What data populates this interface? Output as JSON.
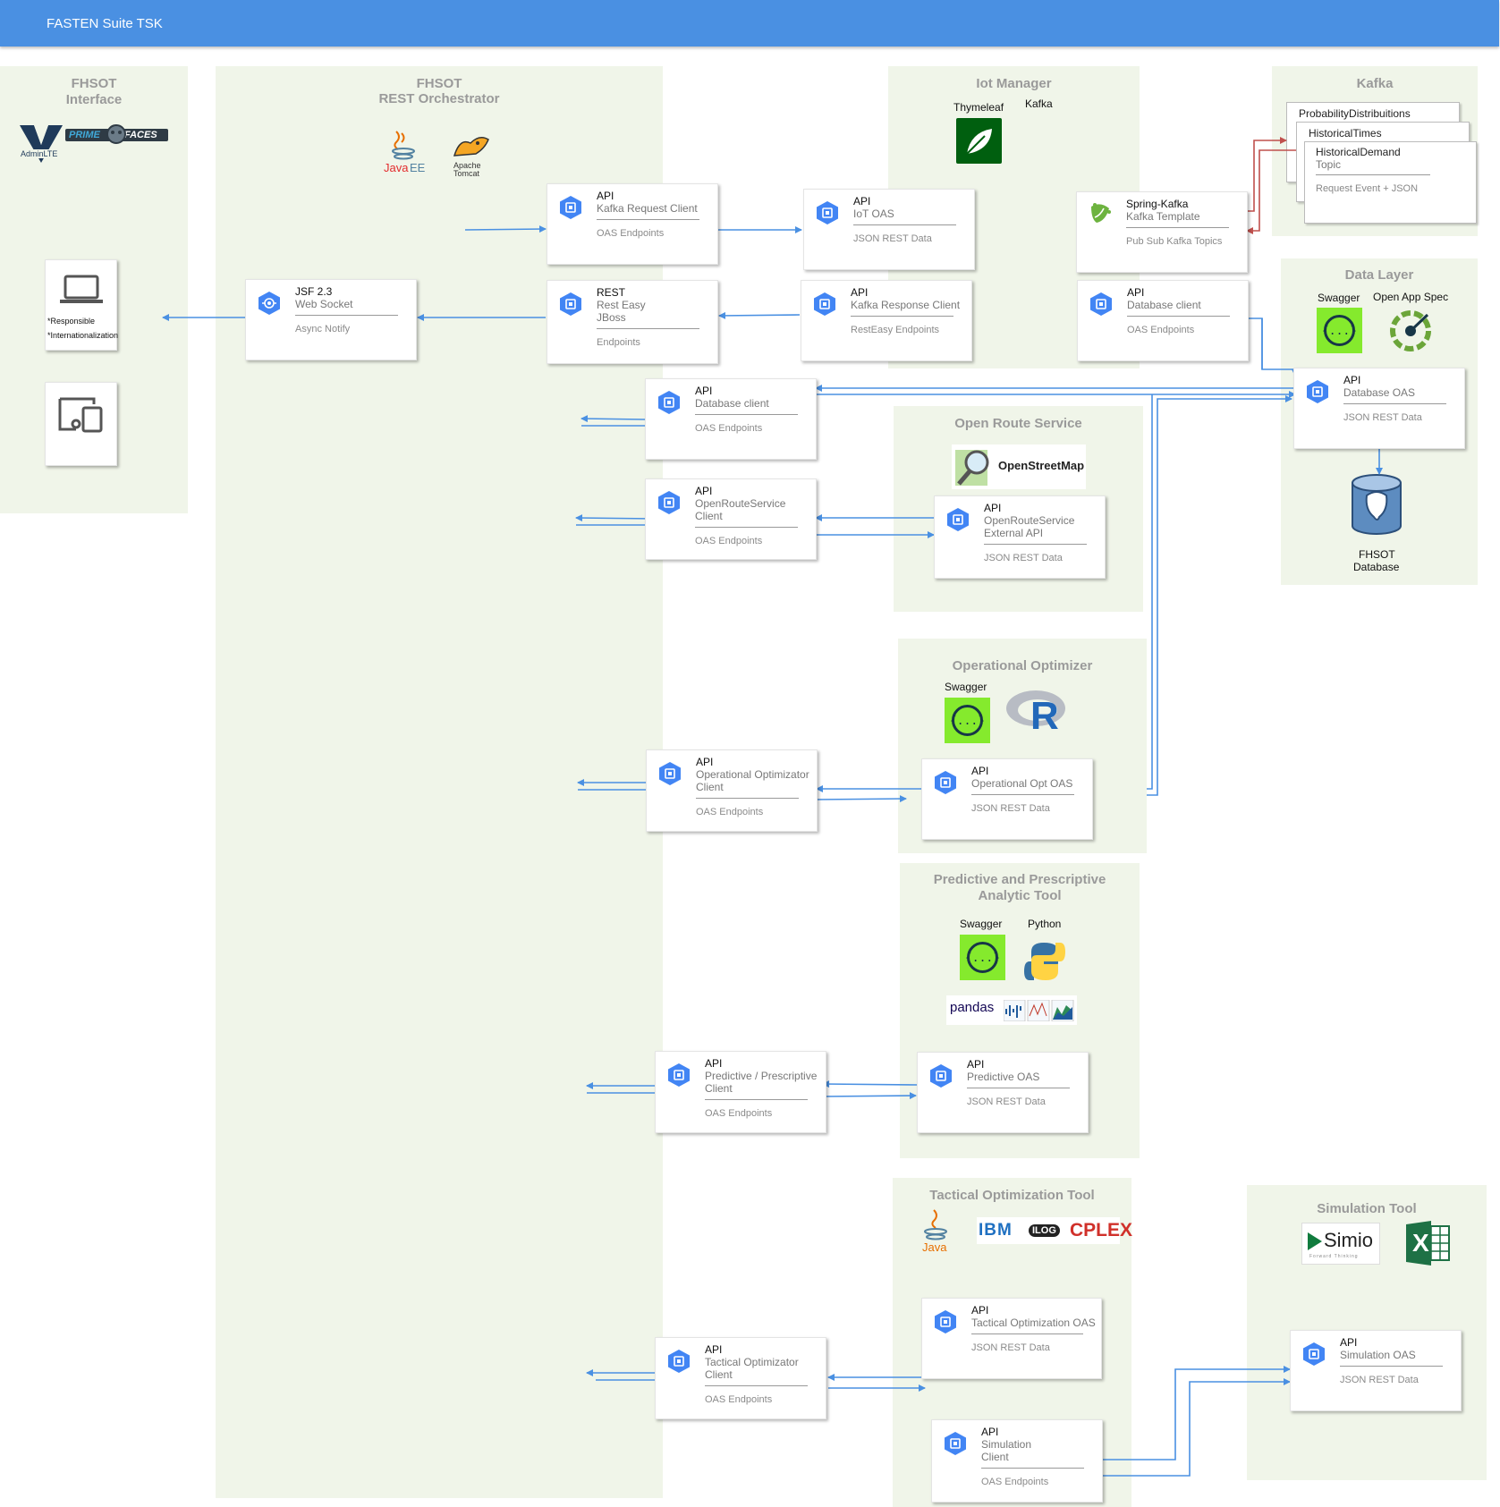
{
  "header": {
    "title": "FASTEN Suite TSK"
  },
  "panels": {
    "interface": {
      "title1": "FHSOT",
      "title2": "Interface",
      "adminlte": "AdminLTE",
      "primefaces_a": "PRIME",
      "primefaces_b": "FACES",
      "device_notes": [
        "Responsible",
        "Internationalization"
      ]
    },
    "orchestrator": {
      "title1": "FHSOT",
      "title2": "REST Orchestrator",
      "javaee_a": "Java",
      "javaee_b": "EE",
      "tomcat_a": "Apache",
      "tomcat_b": "Tomcat"
    },
    "iot": {
      "title": "Iot Manager",
      "thymeleaf": "Thymeleaf",
      "kafka": "Kafka"
    },
    "kafka": {
      "title": "Kafka",
      "topics": [
        "ProbabilityDistribuitions",
        "HistoricalTimes"
      ],
      "main_topic": {
        "l1": "HistoricalDemand",
        "l2": "Topic",
        "l3": "Request Event + JSON"
      }
    },
    "data_layer": {
      "title": "Data Layer",
      "swagger": "Swagger",
      "openapp": "Open App Spec",
      "db1": "FHSOT",
      "db2": "Database"
    },
    "ors": {
      "title": "Open Route Service",
      "osm": "OpenStreetMap"
    },
    "opopt": {
      "title": "Operational Optimizer",
      "swagger": "Swagger",
      "r": "R"
    },
    "predictive": {
      "title1": "Predictive and Prescriptive",
      "title2": "Analytic Tool",
      "swagger": "Swagger",
      "python": "Python",
      "pandas": "pandas"
    },
    "tactical": {
      "title": "Tactical Optimization Tool",
      "java": "Java",
      "ibm": "IBM",
      "ilog": "ILOG",
      "cplex": "CPLEX"
    },
    "simulation": {
      "title": "Simulation Tool",
      "simio": "Simio",
      "simio_tag": "Forward Thinking",
      "excel": "X"
    }
  },
  "cards": [
    {
      "id": "kafka-request-client",
      "l1": "API",
      "l2": [
        "Kafka Request Client"
      ],
      "l3": "OAS Endpoints"
    },
    {
      "id": "iot-oas",
      "l1": "API",
      "l2": [
        "IoT OAS"
      ],
      "l3": "JSON REST Data"
    },
    {
      "id": "spring-kafka",
      "l1": "Spring-Kafka",
      "l2": [
        "Kafka Template"
      ],
      "l3": "Pub Sub Kafka Topics"
    },
    {
      "id": "jsf-websocket",
      "l1": "JSF 2.3",
      "l2": [
        "Web Socket"
      ],
      "l3": "Async Notify"
    },
    {
      "id": "rest-easy",
      "l1": "REST",
      "l2": [
        "Rest Easy",
        "JBoss"
      ],
      "l3": "Endpoints"
    },
    {
      "id": "kafka-response-client",
      "l1": "API",
      "l2": [
        "Kafka Response Client"
      ],
      "l3": "RestEasy Endpoints"
    },
    {
      "id": "iot-database-client",
      "l1": "API",
      "l2": [
        "Database client"
      ],
      "l3": "OAS Endpoints"
    },
    {
      "id": "database-oas",
      "l1": "API",
      "l2": [
        "Database OAS"
      ],
      "l3": "JSON REST Data"
    },
    {
      "id": "orch-database-client",
      "l1": "API",
      "l2": [
        "Database client"
      ],
      "l3": "OAS Endpoints"
    },
    {
      "id": "openroute-client",
      "l1": "API",
      "l2": [
        "OpenRouteService",
        "Client"
      ],
      "l3": "OAS Endpoints"
    },
    {
      "id": "openroute-external",
      "l1": "API",
      "l2": [
        "OpenRouteService",
        "External API"
      ],
      "l3": "JSON REST Data"
    },
    {
      "id": "opopt-client",
      "l1": "API",
      "l2": [
        "Operational Optimizator",
        "Client"
      ],
      "l3": "OAS Endpoints"
    },
    {
      "id": "opopt-oas",
      "l1": "API",
      "l2": [
        "Operational Opt OAS"
      ],
      "l3": "JSON REST Data"
    },
    {
      "id": "predictive-client",
      "l1": "API",
      "l2": [
        "Predictive / Prescriptive",
        "Client"
      ],
      "l3": "OAS Endpoints"
    },
    {
      "id": "predictive-oas",
      "l1": "API",
      "l2": [
        "Predictive OAS"
      ],
      "l3": "JSON REST Data"
    },
    {
      "id": "tactical-oas",
      "l1": "API",
      "l2": [
        "Tactical Optimization OAS"
      ],
      "l3": "JSON REST Data"
    },
    {
      "id": "tactical-client",
      "l1": "API",
      "l2": [
        "Tactical Optimizator",
        "Client"
      ],
      "l3": "OAS Endpoints"
    },
    {
      "id": "simulation-client",
      "l1": "API",
      "l2": [
        "Simulation",
        "Client"
      ],
      "l3": "OAS Endpoints"
    },
    {
      "id": "simulation-oas",
      "l1": "API",
      "l2": [
        "Simulation OAS"
      ],
      "l3": "JSON REST Data"
    }
  ],
  "colors": {
    "header": "#4a90e2",
    "panel": "#f0f5e9",
    "connector": "#4a90e2",
    "kafka_connector": "#c0504d",
    "hex": "#4285f4",
    "swagger": "#85ea2d"
  },
  "icons": [
    "api-hex-icon",
    "websocket-hex-icon",
    "laptop-icon",
    "devices-icon",
    "thymeleaf-leaf-icon",
    "spring-leaf-icon",
    "swagger-icon",
    "open-app-spec-icon",
    "postgresql-icon",
    "openstreetmap-icon",
    "r-logo-icon",
    "python-icon",
    "pandas-charts-icon",
    "java-cup-icon",
    "tomcat-icon",
    "excel-icon",
    "simio-play-icon"
  ]
}
